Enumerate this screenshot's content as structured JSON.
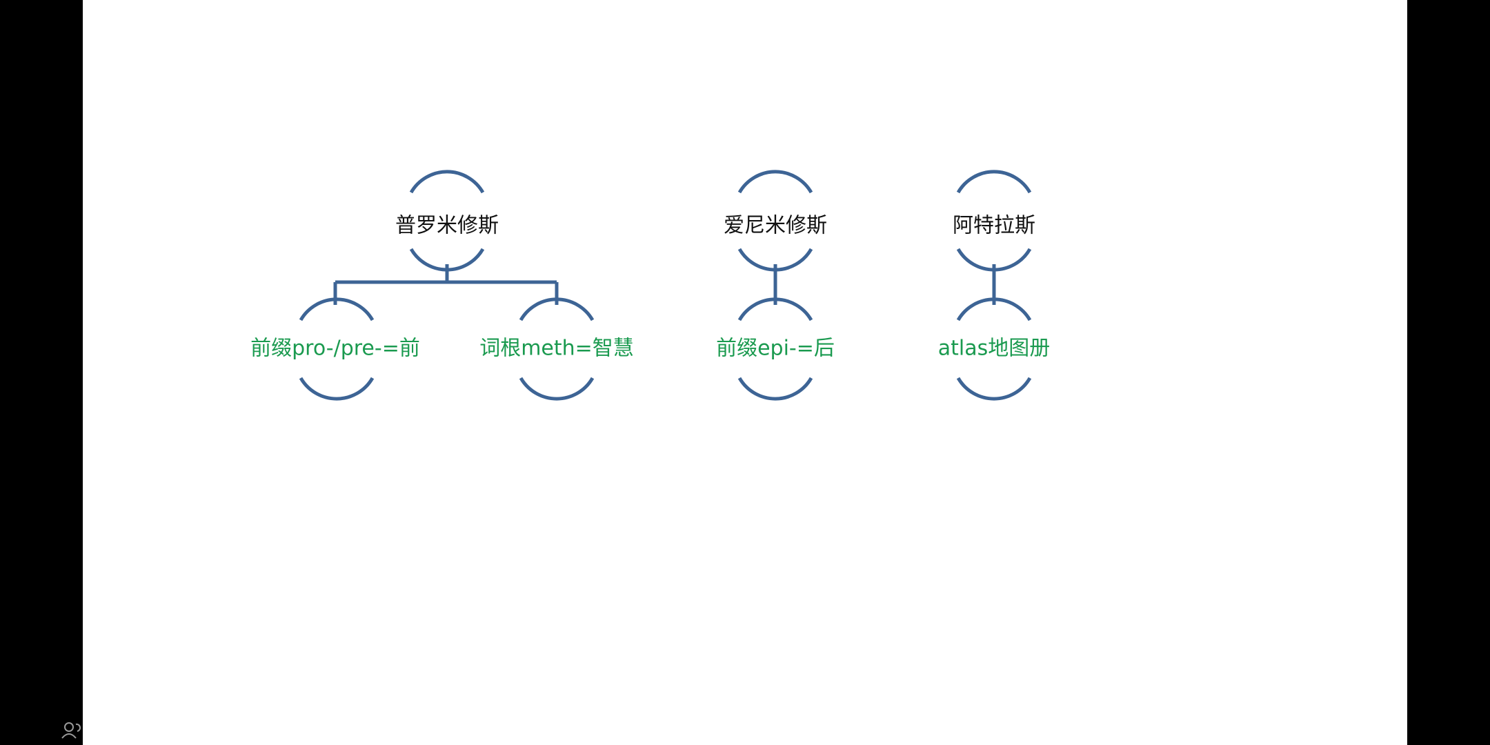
{
  "colors": {
    "connector": "#3d6495",
    "root_text": "#111111",
    "child_text": "#1a9a4f",
    "slide_background": "#ffffff",
    "frame_background": "#000000"
  },
  "diagram": {
    "trees": [
      {
        "root": "普罗米修斯",
        "children": [
          "前缀pro-/pre-=前",
          "词根meth=智慧"
        ]
      },
      {
        "root": "爱尼米修斯",
        "children": [
          "前缀epi-=后"
        ]
      },
      {
        "root": "阿特拉斯",
        "children": [
          "atlas地图册"
        ]
      }
    ]
  },
  "corner_icon": "user-icon"
}
